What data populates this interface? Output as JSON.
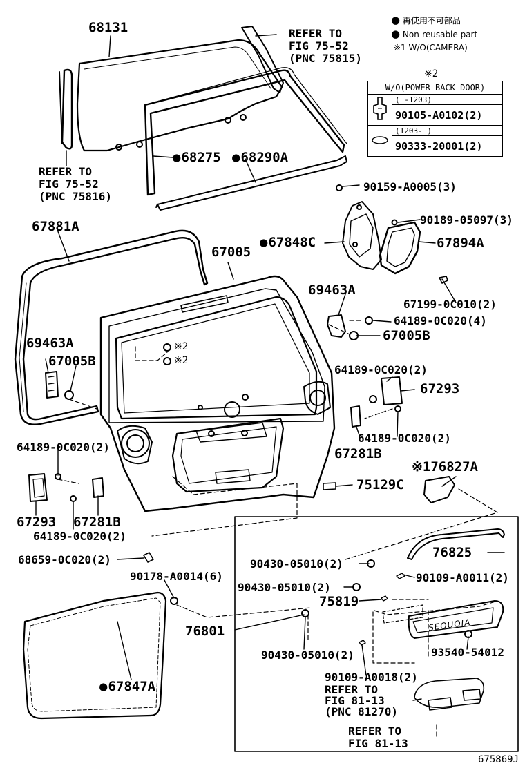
{
  "legend": {
    "line1": "再使用不可部品",
    "line2": "Non-reusable part",
    "line3": "※1 W/O(CAMERA)"
  },
  "note2": {
    "mark": "※2",
    "header": "W/O(POWER BACK DOOR)",
    "rows": [
      {
        "range": "(    -1203)",
        "part": "90105-A0102(2)"
      },
      {
        "range": "(1203-     )",
        "part": "90333-20001(2)"
      }
    ]
  },
  "labels": {
    "p68131": "68131",
    "refer1_a": "REFER TO",
    "refer1_b": "FIG 75-52",
    "refer1_c": "(PNC 75815)",
    "refer2_a": "REFER TO",
    "refer2_b": "FIG 75-52",
    "refer2_c": "(PNC 75816)",
    "p68275": "68275",
    "p68290A": "68290A",
    "p90159": "90159-A0005(3)",
    "p90189": "90189-05097(3)",
    "p67881A": "67881A",
    "p67005": "67005",
    "p67848C": "67848C",
    "p67894A": "67894A",
    "p67199": "67199-0C010(2)",
    "p69463A_r": "69463A",
    "p64189_4": "64189-0C020(4)",
    "p67005B_r": "67005B",
    "p69463A_l": "69463A",
    "p67005B_l": "67005B",
    "star2_a": "※2",
    "star2_b": "※2",
    "p64189_r1": "64189-0C020(2)",
    "p67293_r": "67293",
    "p64189_r2": "64189-0C020(2)",
    "p67281B_r": "67281B",
    "p64189_l1": "64189-0C020(2)",
    "p76827A": "※176827A",
    "p75129C": "75129C",
    "p67293_l": "67293",
    "p67281B_l": "67281B",
    "p64189_l2": "64189-0C020(2)",
    "p68659": "68659-0C020(2)",
    "p90178": "90178-A0014(6)",
    "p76825": "76825",
    "p90430_a": "90430-05010(2)",
    "p90109_a": "90109-A0011(2)",
    "p90430_b": "90430-05010(2)",
    "p75819": "75819",
    "p76801": "76801",
    "p93540": "93540-54012",
    "p90430_c": "90430-05010(2)",
    "p90109_b": "90109-A0018(2)",
    "refer3_a": "REFER TO",
    "refer3_b": "FIG 81-13",
    "refer3_c": "(PNC 81270)",
    "refer4_a": "REFER TO",
    "refer4_b": "FIG 81-13",
    "p67847A": "67847A",
    "fig_id": "675869J",
    "sequoia": "SEQUOIA"
  }
}
